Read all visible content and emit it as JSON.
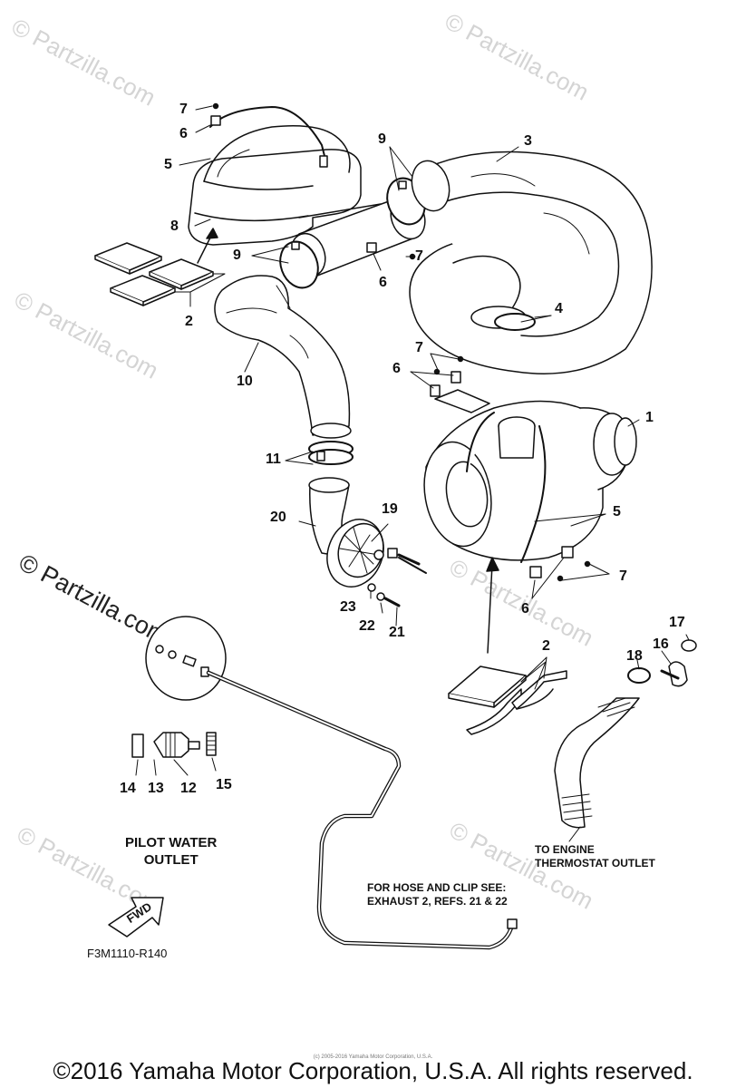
{
  "diagram": {
    "callouts": {
      "n1": "1",
      "n2a": "2",
      "n2b": "2",
      "n3": "3",
      "n4": "4",
      "n5a": "5",
      "n5b": "5",
      "n6a": "6",
      "n6b": "6",
      "n6c": "6",
      "n6d": "6",
      "n7a": "7",
      "n7b": "7",
      "n7c": "7",
      "n7d": "7",
      "n8": "8",
      "n9a": "9",
      "n9b": "9",
      "n10": "10",
      "n11": "11",
      "n12": "12",
      "n13": "13",
      "n14": "14",
      "n15": "15",
      "n16": "16",
      "n17": "17",
      "n18": "18",
      "n19": "19",
      "n20": "20",
      "n21": "21",
      "n22": "22",
      "n23": "23"
    },
    "notes": {
      "pilot_line1": "PILOT WATER",
      "pilot_line2": "OUTLET",
      "engine_line1": "TO ENGINE",
      "engine_line2": "THERMOSTAT OUTLET",
      "hose_line1": "FOR HOSE AND CLIP SEE:",
      "hose_line2": "EXHAUST 2, REFS. 21 & 22",
      "fwd": "FWD",
      "ref_code": "F3M1110-R140"
    },
    "watermark": "© Partzilla.com",
    "tiny_copyright": "(c) 2005-2016 Yamaha Motor Corporation, U.S.A.",
    "copyright": "©2016 Yamaha Motor Corporation, U.S.A. All rights reserved."
  }
}
